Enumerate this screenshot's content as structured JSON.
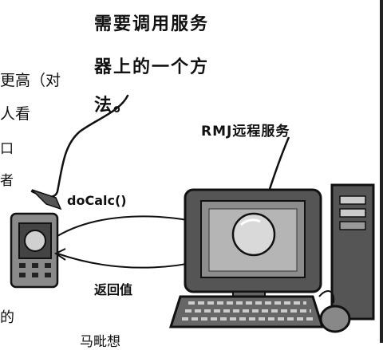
{
  "callout": {
    "line1": "需要调用服务",
    "line2": "器上的一个方",
    "line3": "法。"
  },
  "remote_service_label": "RMJ远程服务",
  "method_call_label": "doCalc()",
  "return_label": "返回值",
  "edge_fragments": {
    "f1": "更高（对",
    "f2": "人看",
    "f3": "口",
    "f4": "者",
    "f5": "的",
    "f6": "马毗想"
  },
  "colors": {
    "ink": "#111111",
    "screen_fill": "#6f6f6f",
    "screen_inner": "#bdbdbd",
    "device_body": "#8a8a8a",
    "service_ball": "#d9d9d9"
  }
}
